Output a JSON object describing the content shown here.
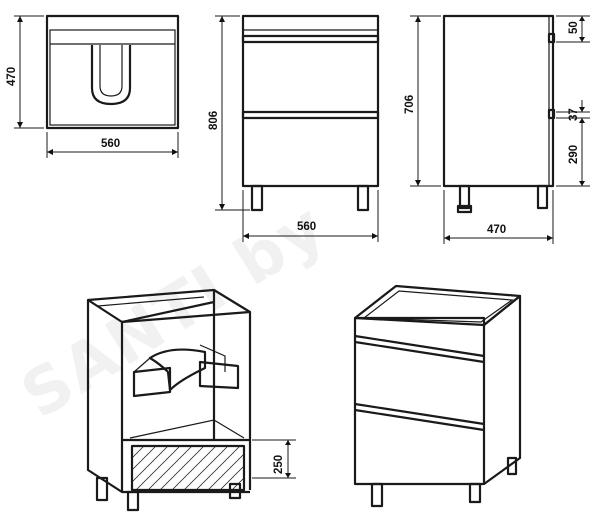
{
  "dimensions": {
    "top_view": {
      "width": "560",
      "depth": "470"
    },
    "front_view": {
      "width": "560",
      "height": "806"
    },
    "side_view": {
      "depth": "470",
      "height": "706",
      "top_drawer": "50",
      "gap": "37",
      "lower_part": "290"
    },
    "open_view": {
      "bottom_height": "250"
    }
  },
  "watermark": "SANTI by"
}
